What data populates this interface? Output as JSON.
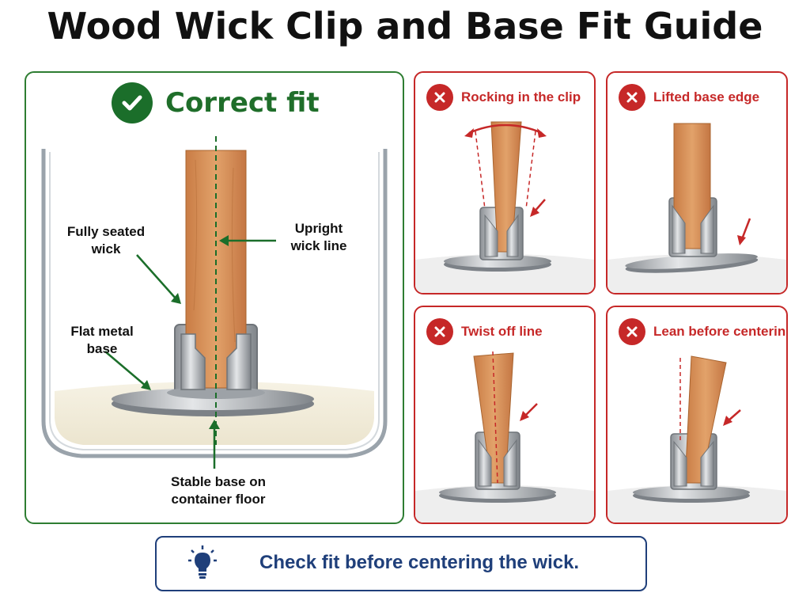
{
  "title": "Wood Wick Clip and Base Fit Guide",
  "correct": {
    "heading": "Correct fit",
    "icon": "check-icon",
    "labels": {
      "seated": [
        "Fully seated",
        "wick"
      ],
      "upright": [
        "Upright",
        "wick line"
      ],
      "base": [
        "Flat metal",
        "base"
      ],
      "floor": [
        "Stable base on",
        "container floor"
      ]
    }
  },
  "errors": [
    {
      "heading": "Rocking in the clip",
      "icon": "x-icon"
    },
    {
      "heading": "Lifted base edge",
      "icon": "x-icon"
    },
    {
      "heading": "Twist off line",
      "icon": "x-icon"
    },
    {
      "heading": "Lean before centering",
      "icon": "x-icon"
    }
  ],
  "tip": {
    "text": "Check fit before centering the wick.",
    "icon": "lightbulb-icon"
  },
  "colors": {
    "good": "#2e7d32",
    "bad": "#c62828",
    "tip": "#1f3f7a",
    "wood": "#d8925a"
  }
}
